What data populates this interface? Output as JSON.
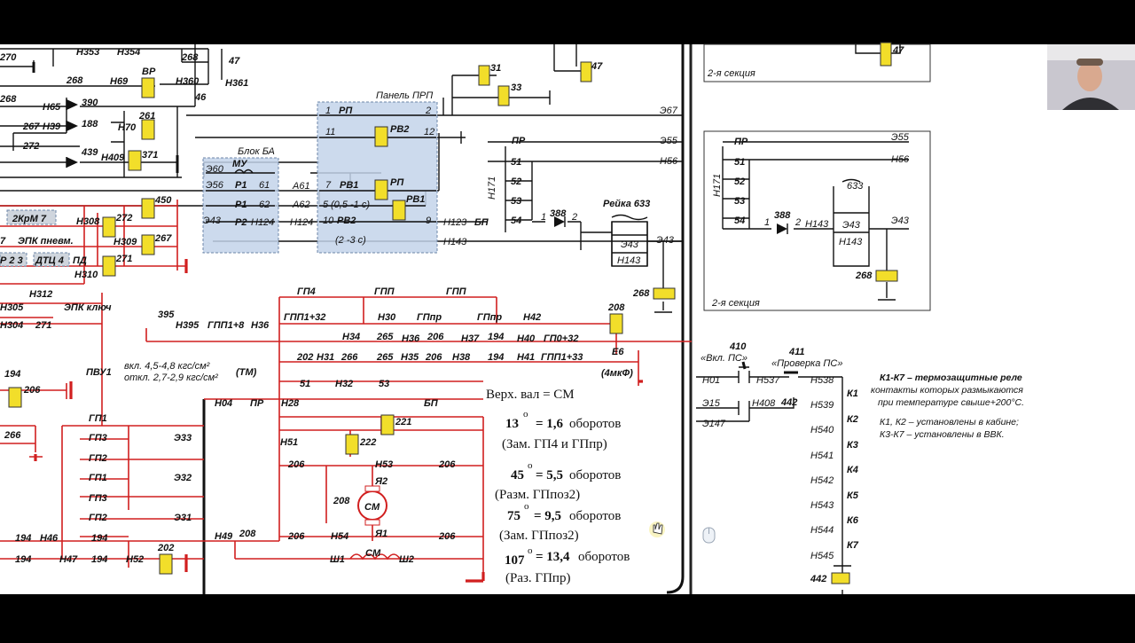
{
  "colors": {
    "wire_black": "#111111",
    "wire_red": "#d11f1f",
    "coil_yellow": "#f2de2a",
    "panel_blue": "#c3d4ea",
    "paper": "#ffffff"
  },
  "panels": {
    "prp": "Панель ПРП",
    "ba": "Блок БА"
  },
  "relay_labels": {
    "bp1": "БП",
    "pr1": "ПР",
    "rp1": "РП",
    "rv2": "РВ2",
    "rv1": "РВ1",
    "rp2": "РП",
    "rv1b": "РВ1",
    "rv2b": "РВ2",
    "mu": "МУ",
    "r1a": "Р1",
    "r1b": "Р1",
    "r2": "Р2",
    "vr": "ВР"
  },
  "time_labels": {
    "t1": "(0,5 -1 с)",
    "t2": "(2 -3 с)"
  },
  "wire_labels": {
    "n353": "Н353",
    "n354": "Н354",
    "w270": "270",
    "w268a": "268",
    "w47a": "47",
    "n69": "Н69",
    "n360": "Н360",
    "n361": "Н361",
    "w46": "46",
    "w268b": "268",
    "w268c": "268",
    "n65": "Н65",
    "n39": "Н39",
    "n70": "Н70",
    "w267": "267",
    "w390": "390",
    "w188": "188",
    "w272a": "272",
    "w439": "439",
    "n409": "Н409",
    "w371": "371",
    "w261": "261",
    "w31": "31",
    "w33": "33",
    "w47b": "47",
    "e67": "Э67",
    "e55": "Э55",
    "n56": "Н56",
    "e60": "Э60",
    "e56": "Э56",
    "e43": "Э43",
    "a61": "А61",
    "a62": "А62",
    "n124a": "Н124",
    "n124b": "Н124",
    "w61": "61",
    "w62": "62",
    "p1": "1",
    "p2": "2",
    "p11": "11",
    "p12": "12",
    "p7": "7",
    "p5": "5",
    "p10": "10",
    "p9": "9",
    "n123": "Н123",
    "n143": "Н143",
    "n171": "Н171",
    "c51": "51",
    "c52": "52",
    "c53": "53",
    "c54": "54",
    "d388": "388",
    "d1": "1",
    "d2": "2",
    "rail": "Рейка 633",
    "e43r": "Э43",
    "n143r": "Н143",
    "e43out": "Э43",
    "w268d": "268",
    "krm": "2КрМ 7",
    "n308": "Н308",
    "w272b": "272",
    "w450": "450",
    "epk": "ЭПК пневм.",
    "n309": "Н309",
    "w267b": "267",
    "w7": "7",
    "pr23": "Р 2 3",
    "dtc": "ДТЦ 4",
    "pd": "ПД",
    "n310": "Н310",
    "w271a": "271",
    "n312": "Н312",
    "n305": "Н305",
    "epkkl": "ЭПК ключ",
    "n304": "Н304",
    "w271b": "271",
    "gp4": "ГП4",
    "gpp1": "ГПП",
    "gpp2": "ГПП",
    "gpp132": "ГПП1+32",
    "n30": "Н30",
    "gppr1": "ГПпр",
    "gppr2": "ГПпр",
    "n42": "Н42",
    "w395": "395",
    "n395": "Н395",
    "gpp18": "ГПП1+8",
    "n36a": "Н36",
    "n34": "Н34",
    "w265a": "265",
    "n36b": "Н36",
    "w206a": "206",
    "n37": "Н37",
    "w194a": "194",
    "n40": "Н40",
    "gp032": "ГП0+32",
    "w208a": "208",
    "e6": "Е6",
    "w202": "202",
    "n31": "Н31",
    "w266a": "266",
    "w265b": "265",
    "n35": "Н35",
    "w206b": "206",
    "n38": "Н38",
    "w194b": "194",
    "n41": "Н41",
    "gpp133": "ГПП1+33",
    "cap": "(4мкФ)",
    "w51": "51",
    "n32": "Н32",
    "w53": "53",
    "n04": "Н04",
    "pr2": "ПР",
    "n28": "Н28",
    "bp2": "БП",
    "pvu": "ПВУ1",
    "pvu_on": "вкл. 4,5-4,8 кгс/см²",
    "pvu_off": "откл. 2,7-2,9 кгс/см²",
    "tm": "(ТМ)",
    "w194c": "194",
    "w206c": "206",
    "w266b": "266",
    "gp1a": "ГП1",
    "gp3a": "ГП3",
    "e33": "Э33",
    "gp2a": "ГП2",
    "gp1b": "ГП1",
    "e32": "Э32",
    "gp3b": "ГП3",
    "gp2b": "ГП2",
    "e31": "Э31",
    "w194d": "194",
    "n46": "Н46",
    "w194e": "194",
    "w194f": "194",
    "n47": "Н47",
    "w194g": "194",
    "n52": "Н52",
    "w202b": "202",
    "w221": "221",
    "n51": "Н51",
    "w222": "222",
    "w206d": "206",
    "n53": "Н53",
    "w206e": "206",
    "ya2": "Я2",
    "w208b": "208",
    "cm": "СМ",
    "n49": "Н49",
    "w208c": "208",
    "w206f": "206",
    "n54": "Н54",
    "ya1": "Я1",
    "w206g": "206",
    "sh1": "Ш1",
    "cm2": "СМ",
    "sh2": "Ш2"
  },
  "notes": {
    "val": "Верх. вал = СМ",
    "r1a": "13",
    "r1b": "= 1,6",
    "r1c": "оборотов",
    "r1d": "(Зам. ГП4 и ГПпр)",
    "r2a": "45",
    "r2b": "= 5,5",
    "r2c": "оборотов",
    "r2d": "(Разм. ГПпоз2)",
    "r3a": "75",
    "r3b": "= 9,5",
    "r3c": "оборотов",
    "r3d": "(Зам. ГПпоз2)",
    "r4a": "107",
    "r4b": "= 13,4",
    "r4c": "оборотов",
    "r4d": "(Раз. ГПпр)",
    "deg": "o"
  },
  "right": {
    "sec_top": "2-я секция",
    "w47": "47",
    "pr": "ПР",
    "e55": "Э55",
    "n56": "Н56",
    "n171": "Н171",
    "c51": "51",
    "c52": "52",
    "c53": "53",
    "c54": "54",
    "w633": "633",
    "d388": "388",
    "d1": "1",
    "d2": "2",
    "n143a": "Н143",
    "e43": "Э43",
    "n143b": "Н143",
    "e43out": "Э43",
    "w268": "268",
    "sec_bot": "2-я секция",
    "w410": "410",
    "vkl": "«Вкл. ПС»",
    "w411": "411",
    "prov": "«Проверка ПС»",
    "n01": "Н01",
    "n537": "Н537",
    "n538": "Н538",
    "e15": "Э15",
    "n408": "Н408",
    "w442a": "442",
    "e147": "Э147",
    "k1": "К1",
    "k2": "К2",
    "k3": "К3",
    "k4": "К4",
    "k5": "К5",
    "k6": "К6",
    "k7": "К7",
    "n539": "Н539",
    "n540": "Н540",
    "n541": "Н541",
    "n542": "Н542",
    "n543": "Н543",
    "n544": "Н544",
    "n545": "Н545",
    "w442b": "442",
    "legend1": "К1-К7 – термозащитные реле",
    "legend2": "контакты которых размыкаются",
    "legend3": "при температуре свыше+200°С.",
    "legend4": "К1, К2 – установлены в кабине;",
    "legend5": "К3-К7 – установлены в ВВК."
  }
}
